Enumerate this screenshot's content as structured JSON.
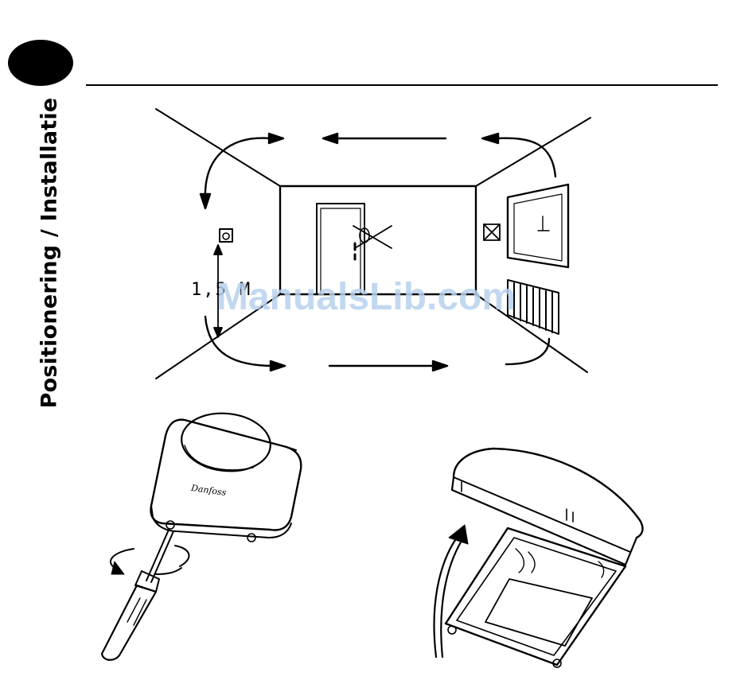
{
  "page": {
    "section_title": "Positionering / Installatie"
  },
  "room_diagram": {
    "height_label": "1,5 M",
    "brand_mark": "Danfoss"
  },
  "overlay": {
    "watermark": "ManualsLib.com"
  },
  "colors": {
    "ink": "#000000",
    "paper": "#ffffff",
    "watermark": "#b8d2ee"
  }
}
